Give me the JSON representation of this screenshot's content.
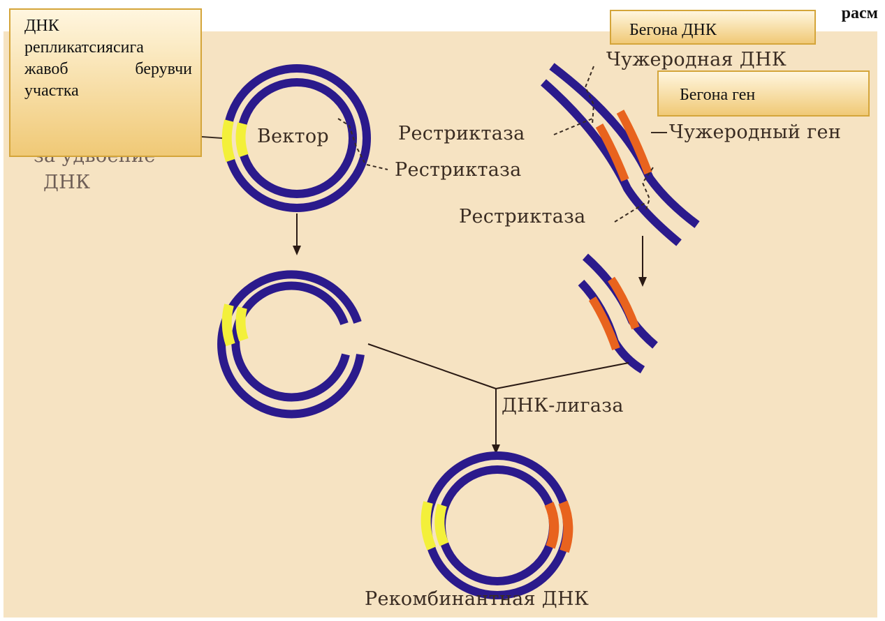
{
  "corner_label": "расм",
  "callouts": {
    "replication": {
      "line1": "ДНК",
      "line2": "репликатсиясига",
      "line3": "жавоб берувчи",
      "line4": "участка"
    },
    "foreign_dna": "Бегона ДНК",
    "foreign_gene": "Бегона ген"
  },
  "labels": {
    "vector": "Вектор",
    "restriktaza_vector": "Рестриктаза",
    "restriktaza_left": "Рестриктаза",
    "restriktaza_bottom": "Рестриктаза",
    "foreign_dna_ru": "Чужеродная ДНК",
    "foreign_gene_ru": "Чужеродный ген",
    "dna_ligase": "ДНК-лигаза",
    "recombinant": "Рекомбинантная ДНК",
    "doubling_line1": "за удвоение",
    "doubling_line2": "ДНК"
  },
  "colors": {
    "dna_strand": "#2b1a8c",
    "replication_origin": "#f3f03a",
    "foreign_gene": "#e8631e",
    "background": "#f6e3c2",
    "callout_border": "#d4a53a"
  }
}
